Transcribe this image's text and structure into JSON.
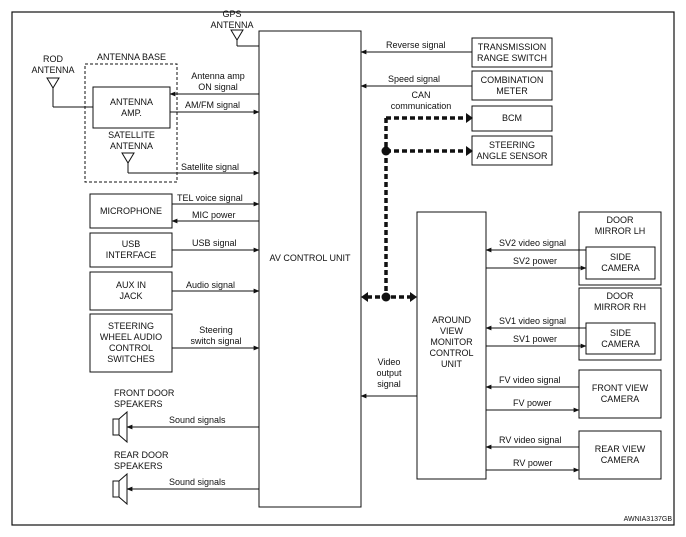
{
  "units": {
    "av_control_unit": "AV CONTROL UNIT",
    "around_view": "AROUND\nVIEW\nMONITOR\nCONTROL\nUNIT"
  },
  "components": {
    "gps_antenna": "GPS\nANTENNA",
    "rod_antenna": "ROD\nANTENNA",
    "antenna_base": "ANTENNA BASE",
    "antenna_amp": "ANTENNA\nAMP.",
    "satellite_antenna": "SATELLITE\nANTENNA",
    "microphone": "MICROPHONE",
    "usb_interface": "USB\nINTERFACE",
    "aux_in_jack": "AUX IN\nJACK",
    "steering_switches": "STEERING\nWHEEL AUDIO\nCONTROL\nSWITCHES",
    "front_door_speakers": "FRONT DOOR\nSPEAKERS",
    "rear_door_speakers": "REAR DOOR\nSPEAKERS",
    "transmission_range_switch": "TRANSMISSION\nRANGE SWITCH",
    "combination_meter": "COMBINATION\nMETER",
    "bcm": "BCM",
    "steering_angle_sensor": "STEERING\nANGLE SENSOR",
    "door_mirror_lh": "DOOR\nMIRROR LH",
    "door_mirror_rh": "DOOR\nMIRROR RH",
    "side_camera_lh": "SIDE\nCAMERA",
    "side_camera_rh": "SIDE\nCAMERA",
    "front_view_camera": "FRONT VIEW\nCAMERA",
    "rear_view_camera": "REAR VIEW\nCAMERA"
  },
  "signals": {
    "reverse": "Reverse signal",
    "speed": "Speed signal",
    "can": "CAN\ncommunication",
    "antenna_amp_on": "Antenna amp\nON signal",
    "am_fm": "AM/FM signal",
    "satellite": "Satellite signal",
    "tel_voice": "TEL voice signal",
    "mic_power": "MIC power",
    "usb": "USB signal",
    "audio": "Audio signal",
    "steering_switch": "Steering\nswitch signal",
    "sound_front": "Sound signals",
    "sound_rear": "Sound signals",
    "video_output": "Video\noutput\nsignal",
    "sv2_video": "SV2 video signal",
    "sv2_power": "SV2 power",
    "sv1_video": "SV1 video signal",
    "sv1_power": "SV1 power",
    "fv_video": "FV video signal",
    "fv_power": "FV power",
    "rv_video": "RV video signal",
    "rv_power": "RV power"
  },
  "figure_code": "AWNIA3137GB",
  "colors": {
    "line": "#111111"
  }
}
